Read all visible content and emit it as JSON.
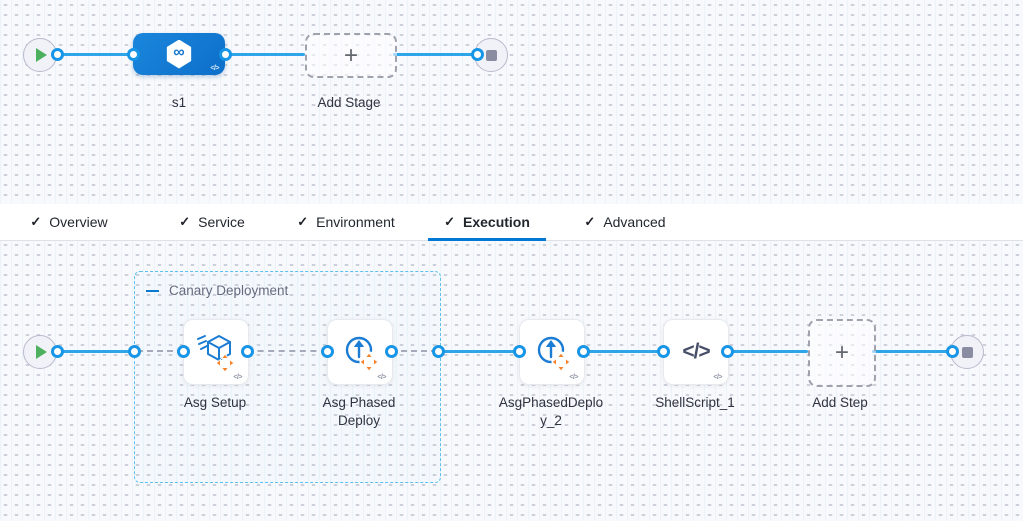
{
  "stage_graph": {
    "start_icon": "play",
    "end_icon": "stop",
    "stage": {
      "label": "s1",
      "icon": "cd-pipeline-hexagon-icon"
    },
    "add_stage": {
      "label": "Add Stage"
    }
  },
  "tabs": {
    "items": [
      {
        "label": "Overview",
        "checked": true,
        "active": false
      },
      {
        "label": "Service",
        "checked": true,
        "active": false
      },
      {
        "label": "Environment",
        "checked": true,
        "active": false
      },
      {
        "label": "Execution",
        "checked": true,
        "active": true
      },
      {
        "label": "Advanced",
        "checked": true,
        "active": false
      }
    ]
  },
  "execution_graph": {
    "group": {
      "label": "Canary Deployment",
      "collapsed": false
    },
    "steps": [
      {
        "label": "Asg Setup",
        "icon": "asg-setup-icon",
        "in_group": true
      },
      {
        "label": "Asg Phased Deploy",
        "icon": "asg-phased-deploy-icon",
        "in_group": true
      },
      {
        "label": "AsgPhasedDeploy_2",
        "icon": "asg-phased-deploy-icon",
        "in_group": false
      },
      {
        "label": "ShellScript_1",
        "icon": "shell-script-icon",
        "in_group": false
      }
    ],
    "add_step": {
      "label": "Add Step"
    }
  },
  "icons": {
    "check": "✓",
    "plus": "+",
    "infinity": "∞",
    "code": "</>"
  },
  "colors": {
    "accent": "#0278d5",
    "connector": "#2fa5e9",
    "stage_fill": "#1080d6",
    "orange": "#f8832b",
    "green": "#4db05e",
    "group_border": "#5bc0ee",
    "canvas_bg": "#f8f9fc"
  }
}
